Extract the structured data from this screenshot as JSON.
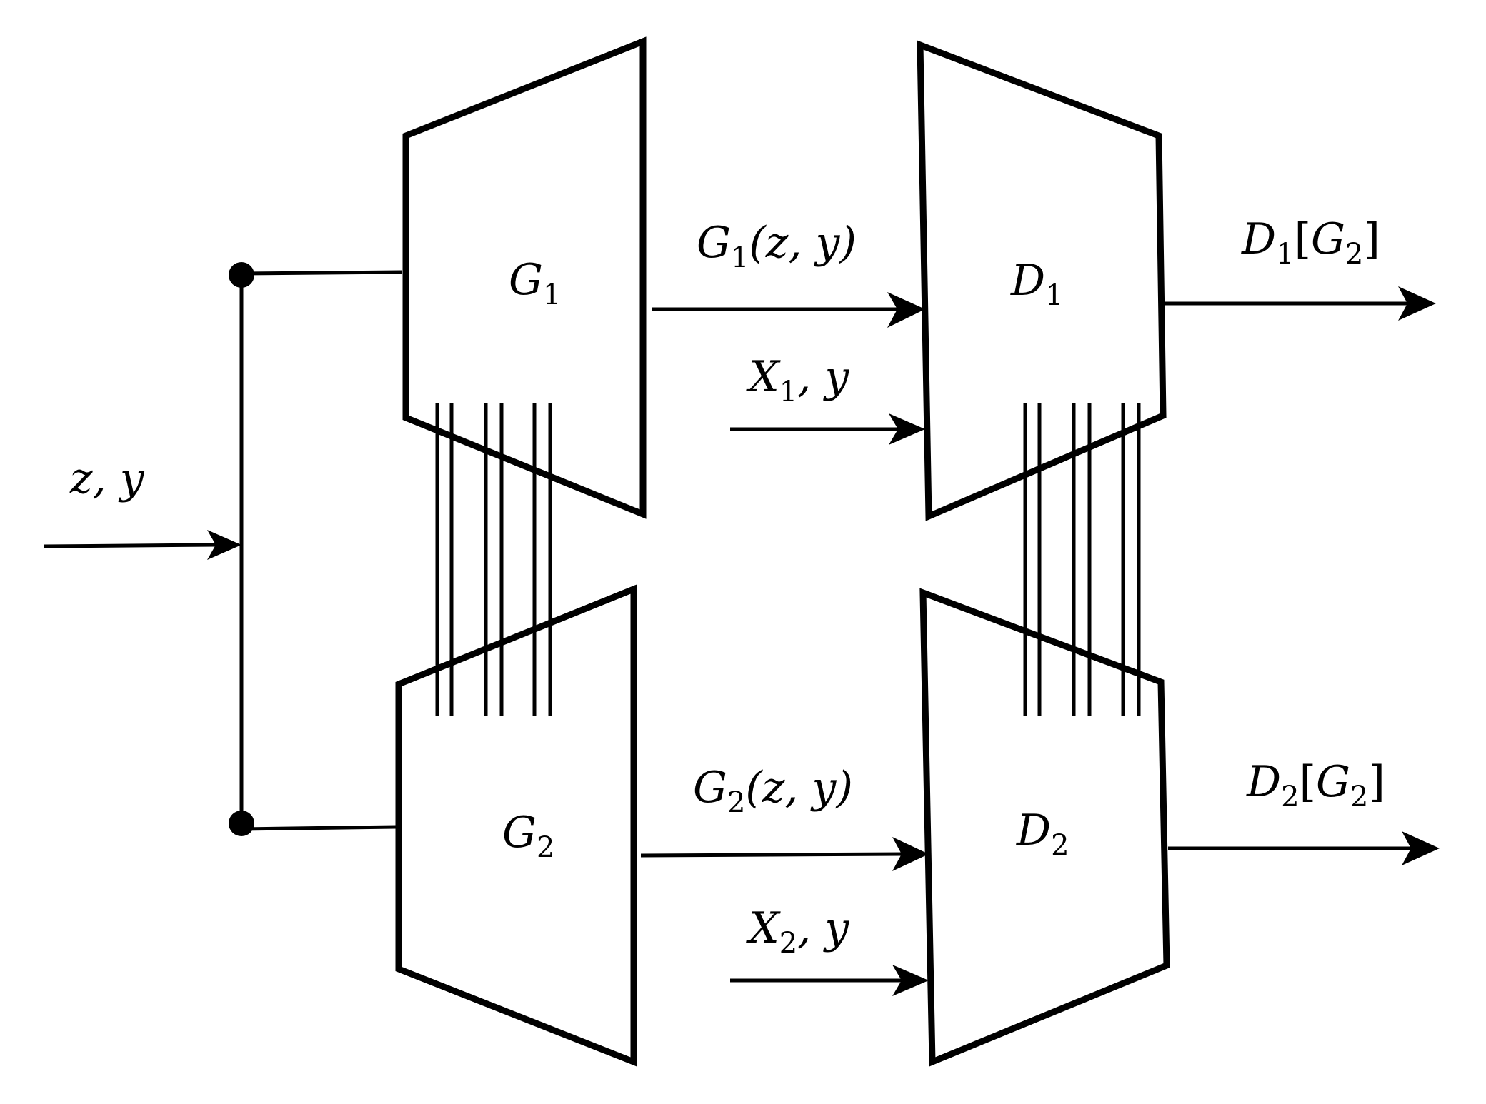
{
  "colors": {
    "stroke": "#000000",
    "background": "#ffffff"
  },
  "input": {
    "var": "z, y"
  },
  "generators": {
    "g1": {
      "base": "G",
      "sub": "1"
    },
    "g2": {
      "base": "G",
      "sub": "2"
    }
  },
  "discriminators": {
    "d1": {
      "base": "D",
      "sub": "1"
    },
    "d2": {
      "base": "D",
      "sub": "2"
    }
  },
  "edges": {
    "g1_out": {
      "base": "G",
      "sub": "1",
      "arg": "(z, y)"
    },
    "g2_out": {
      "base": "G",
      "sub": "2",
      "arg": "(z, y)"
    },
    "x1_in": {
      "base": "X",
      "sub": "1",
      "arg": ", y"
    },
    "x2_in": {
      "base": "X",
      "sub": "2",
      "arg": ", y"
    }
  },
  "outputs": {
    "d1_out": {
      "base": "D",
      "sub": "1",
      "open": "[",
      "inner": "G",
      "inner_sub": "2",
      "close": "]"
    },
    "d2_out": {
      "base": "D",
      "sub": "2",
      "open": "[",
      "inner": "G",
      "inner_sub": "2",
      "close": "]"
    }
  }
}
